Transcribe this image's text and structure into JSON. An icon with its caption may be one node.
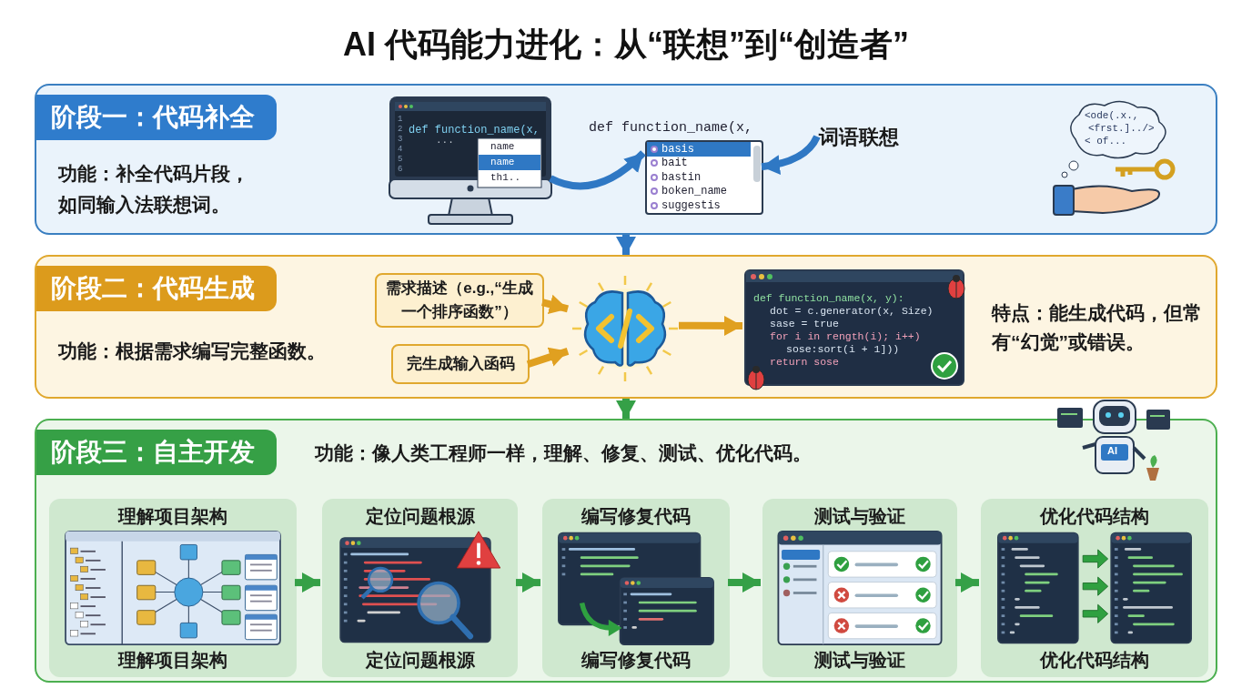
{
  "diagram": {
    "title": "AI 代码能力进化：从“联想”到“创造者”",
    "nodes": [
      {
        "text": [
          "阶段一：代码补全",
          "功能：补全代码片段，如同输入法联想词。"
        ]
      },
      {
        "text": [],
        "shape": "picture",
        "in": 0
      },
      {
        "text": [
          "basis",
          "bait",
          "bastin",
          "boken_name",
          "suggestis"
        ],
        "in": 0
      },
      {
        "text": [
          "词语联想"
        ],
        "in": 0
      },
      {
        "text": [],
        "shape": "picture",
        "in": 0
      },
      {
        "text": [
          "阶段二：代码生成",
          "功能：根据需求编写完整函数。"
        ]
      },
      {
        "text": [
          "需求描述（e.g.,“生成一个排序函数”）"
        ],
        "in": 5
      },
      {
        "text": [
          "完生成输入函码"
        ],
        "in": 5
      },
      {
        "text": [],
        "shape": "picture",
        "in": 5
      },
      {
        "text": [],
        "shape": "picture",
        "in": 5
      },
      {
        "text": [
          "阶段三：自主开发",
          "功能：像人类工程师一样，理解、修复、测试、优化代码。"
        ]
      },
      {
        "text": [
          "理解项目架构",
          "理解项目架构"
        ],
        "in": 10
      },
      {
        "text": [
          "定位问题根源",
          "定位问题根源"
        ],
        "in": 10
      },
      {
        "text": [
          "编写修复代码",
          "编写修复代码"
        ],
        "in": 10
      },
      {
        "text": [
          "测试与验证",
          "测试与验证"
        ],
        "in": 10
      },
      {
        "text": [
          "优化代码结构",
          "优化代码结构"
        ],
        "in": 10
      }
    ],
    "edges": [
      {
        "from": 1,
        "to": 2,
        "arrow": "to",
        "color": "#2f78c4"
      },
      {
        "from": 3,
        "to": 2,
        "arrow": "to",
        "color": "#2f78c4"
      },
      {
        "from": 0,
        "to": 5,
        "arrow": "to",
        "color": "#2f78c4"
      },
      {
        "from": 6,
        "to": 8,
        "arrow": "to",
        "color": "#e0a020"
      },
      {
        "from": 7,
        "to": 8,
        "arrow": "to",
        "color": "#e0a020"
      },
      {
        "from": 8,
        "to": 9,
        "arrow": "to",
        "color": "#e0a020"
      },
      {
        "from": 5,
        "to": 10,
        "arrow": "to"
      },
      {
        "from": 11,
        "to": 12,
        "arrow": "to"
      },
      {
        "from": 12,
        "to": 13,
        "arrow": "to"
      },
      {
        "from": 13,
        "to": 14,
        "arrow": "to"
      },
      {
        "from": 14,
        "to": 15,
        "arrow": "to"
      }
    ],
    "labels": [
      "1",
      "2",
      "3",
      "4",
      "5",
      "6",
      "def function_name(x,",
      "...",
      "name",
      "name",
      "th1..",
      "def function_name(x,",
      "<ode(.x.,",
      "<frst.]../>",
      "< of...",
      "def function_name(x, y):",
      "dot = c.generator(x, Size)",
      "sase = true",
      "for i in rength(i); i++)",
      "sose:sort(i + 1]))",
      "return sose",
      "特点：能生成代码，但常有“幻觉”或错误。",
      "AI"
    ]
  }
}
